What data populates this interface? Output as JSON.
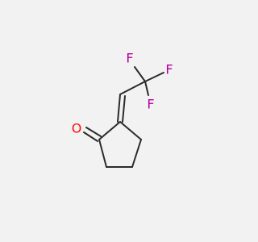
{
  "molecule": {
    "atoms": {
      "oxygen": {
        "symbol": "O",
        "color": "#ff0d0d"
      },
      "fluorine_1": {
        "symbol": "F",
        "color": "#b4009b"
      },
      "fluorine_2": {
        "symbol": "F",
        "color": "#b4009b"
      },
      "fluorine_3": {
        "symbol": "F",
        "color": "#b4009b"
      }
    },
    "bond_color": "#2b2b2b",
    "background_color": "#f2f2f2"
  }
}
